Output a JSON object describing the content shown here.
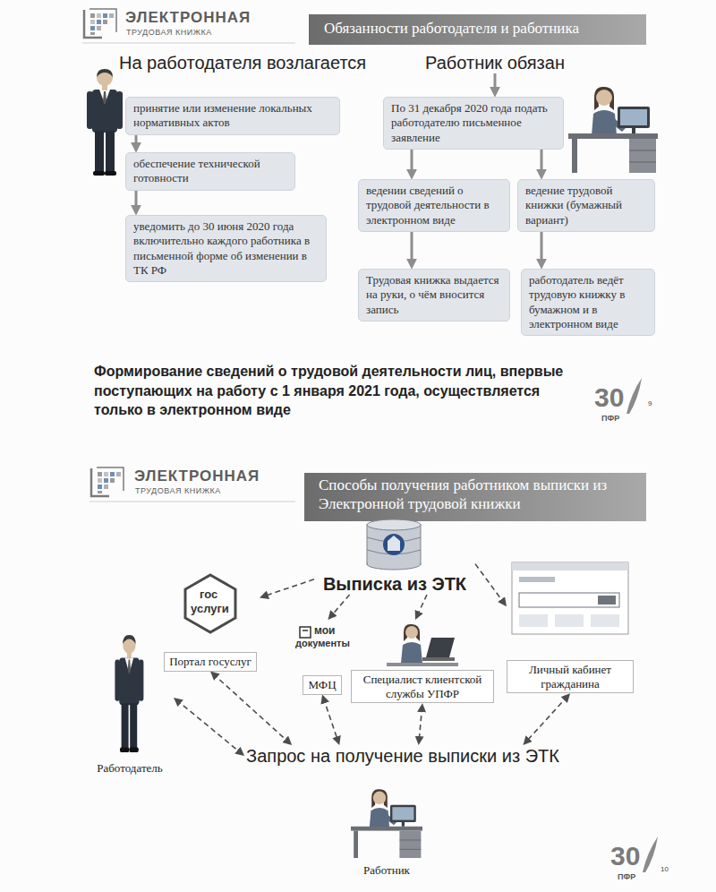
{
  "diagram": {
    "nodes": [
      {
        "text": [
          "принятие или изменение локальных нормативных актов"
        ]
      },
      {
        "text": [
          "обеспечение технической готовности"
        ]
      },
      {
        "text": [
          "уведомить до 30 июня 2020 года включительно каждого работника в письменной форме об изменении в ТК РФ"
        ]
      },
      {
        "text": [
          "Работник обязан"
        ]
      },
      {
        "text": [
          "По 31 декабря 2020 года подать работодателю письменное заявление"
        ]
      },
      {
        "text": [
          "ведении сведений о трудовой деятельности в электронном виде"
        ]
      },
      {
        "text": [
          "ведение трудовой книжки (бумажный вариант)"
        ]
      },
      {
        "text": [
          "Трудовая книжка выдается на руки, о чём вносится запись"
        ]
      },
      {
        "text": [
          "работодатель ведёт трудовую книжку в бумажном и в электронном виде"
        ]
      },
      {
        "text": [
          "Выписка из ЭТК"
        ]
      },
      {
        "text": [
          "Портал госуслуг"
        ]
      },
      {
        "text": [
          "МФЦ"
        ]
      },
      {
        "text": [
          "Специалист клиентской службы УПФР"
        ]
      },
      {
        "text": [
          "Личный кабинет гражданина"
        ]
      },
      {
        "text": [
          "Работодатель"
        ]
      },
      {
        "text": [
          "Запрос на получение выписки из ЭТК"
        ]
      },
      {
        "text": [
          "Работник"
        ]
      }
    ],
    "edges": [
      {
        "from": 0,
        "to": 1,
        "arrow": "to"
      },
      {
        "from": 1,
        "to": 2,
        "arrow": "to"
      },
      {
        "from": 3,
        "to": 4,
        "arrow": "to"
      },
      {
        "from": 4,
        "to": 5,
        "arrow": "to"
      },
      {
        "from": 4,
        "to": 6,
        "arrow": "to"
      },
      {
        "from": 5,
        "to": 7,
        "arrow": "to"
      },
      {
        "from": 6,
        "to": 8,
        "arrow": "to"
      },
      {
        "from": 9,
        "to": 10,
        "arrow": "to"
      },
      {
        "from": 9,
        "to": 11,
        "arrow": "to"
      },
      {
        "from": 9,
        "to": 12,
        "arrow": "to"
      },
      {
        "from": 9,
        "to": 13,
        "arrow": "to"
      },
      {
        "from": 10,
        "to": 15,
        "arrow": "both"
      },
      {
        "from": 11,
        "to": 15,
        "arrow": "both"
      },
      {
        "from": 12,
        "to": 15,
        "arrow": "both"
      },
      {
        "from": 13,
        "to": 15,
        "arrow": "both"
      },
      {
        "from": 14,
        "to": 15,
        "arrow": "both"
      }
    ],
    "labels": [
      "ЭЛЕКТРОННАЯ",
      "ТРУДОВАЯ КНИЖКА",
      "Обязанности работодателя и работника",
      "На работодателя возлагается",
      "Формирование сведений о трудовой деятельности лиц, впервые поступающих на работу с 1 января 2021 года, осуществляется только в электронном виде",
      "30",
      "ПФР",
      "9",
      "ЭЛЕКТРОННАЯ",
      "ТРУДОВАЯ КНИЖКА",
      "Способы получения работником выписки из Электронной трудовой книжки",
      "гос",
      "услуги",
      "мои",
      "документы",
      "30",
      "ПФР",
      "10"
    ]
  }
}
